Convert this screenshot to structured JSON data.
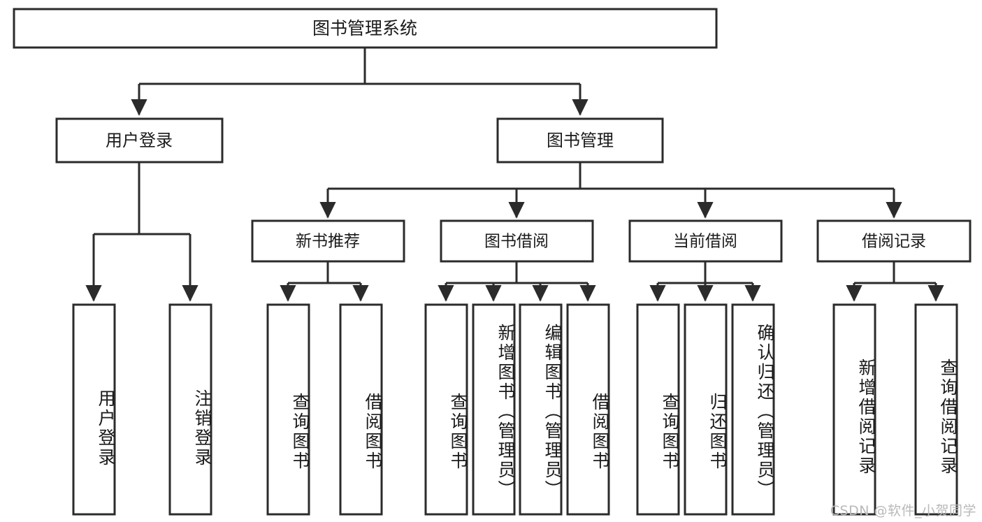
{
  "diagram": {
    "type": "tree-hierarchy",
    "title": "图书管理系统",
    "watermark": "CSDN @软件_小贺同学",
    "colors": {
      "box_fill": "#ffffff",
      "box_stroke": "#2b2b2b",
      "connector": "#2b2b2b",
      "text": "#1a1a1a",
      "watermark": "#b9b9b9",
      "background": "#ffffff"
    },
    "root": {
      "label": "图书管理系统"
    },
    "level1": [
      {
        "label": "用户登录"
      },
      {
        "label": "图书管理"
      }
    ],
    "level2": [
      {
        "label": "新书推荐"
      },
      {
        "label": "图书借阅"
      },
      {
        "label": "当前借阅"
      },
      {
        "label": "借阅记录"
      }
    ],
    "leaves": {
      "user_login": [
        {
          "label": "用户登录"
        },
        {
          "label": "注销登录"
        }
      ],
      "new_book_recommend": [
        {
          "label": "查询图书"
        },
        {
          "label": "借阅图书"
        }
      ],
      "book_borrow": [
        {
          "label": "查询图书"
        },
        {
          "label": "新增图书（管理员）"
        },
        {
          "label": "编辑图书（管理员）"
        },
        {
          "label": "借阅图书"
        }
      ],
      "current_borrow": [
        {
          "label": "查询图书"
        },
        {
          "label": "归还图书"
        },
        {
          "label": "确认归还（管理员）"
        }
      ],
      "borrow_record": [
        {
          "label": "新增借阅记录"
        },
        {
          "label": "查询借阅记录"
        }
      ]
    }
  }
}
